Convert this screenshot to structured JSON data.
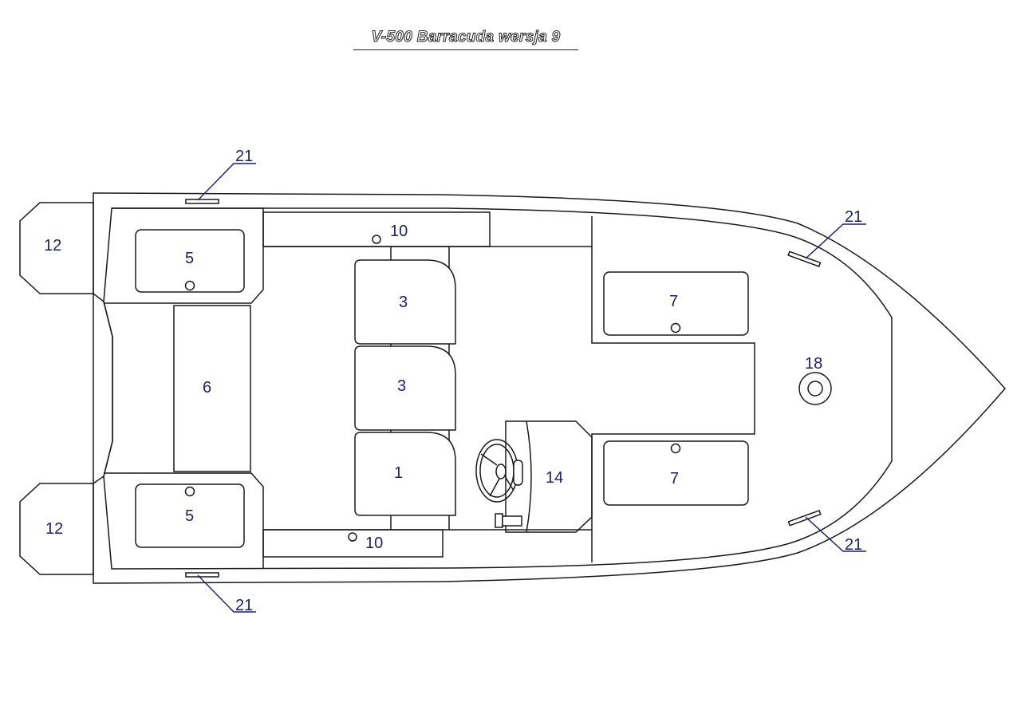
{
  "diagram": {
    "title": "V-500 Barracuda wersja 9",
    "colors": {
      "outline": "#1a1a1a",
      "label": "#1b1f6e",
      "background": "#ffffff"
    },
    "labels": {
      "outboard_bracket": "12",
      "stern_locker": "5",
      "stern_bench": "6",
      "side_locker": "10",
      "passenger_seat": "3",
      "driver_seat": "1",
      "bow_locker": "7",
      "console": "14",
      "anchor_hatch": "18",
      "cleat": "21"
    }
  }
}
